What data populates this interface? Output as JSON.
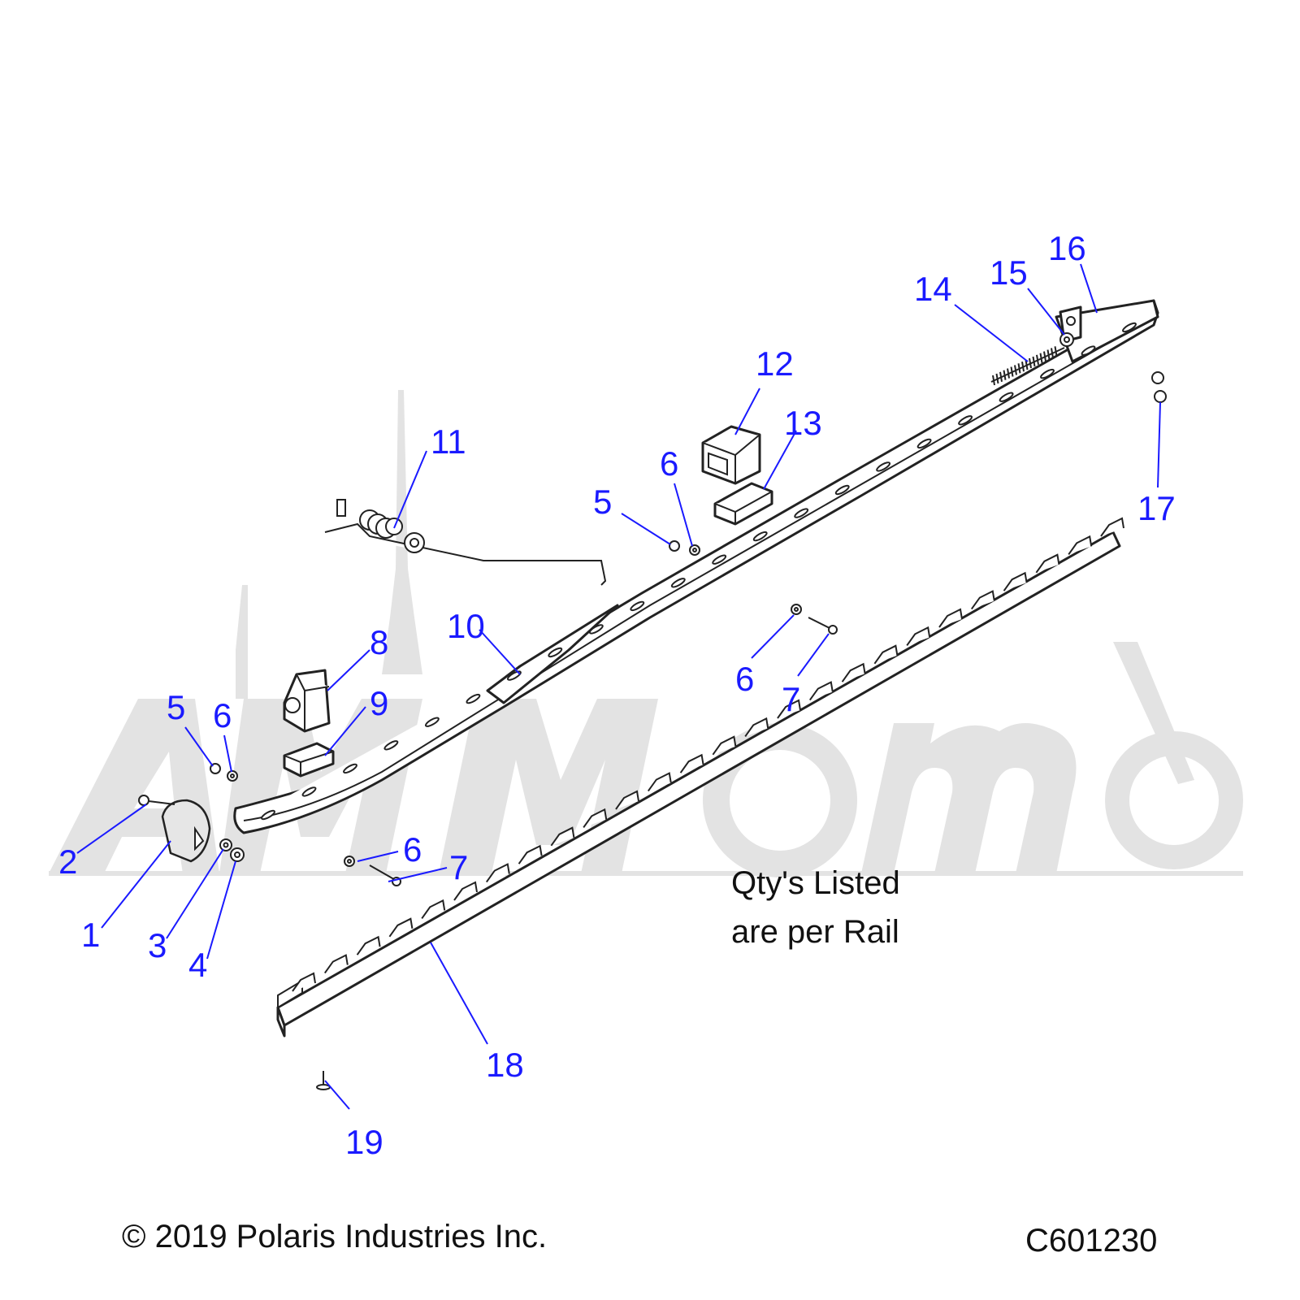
{
  "diagram": {
    "callouts": [
      "1",
      "2",
      "3",
      "4",
      "5",
      "6",
      "7",
      "8",
      "9",
      "10",
      "11",
      "12",
      "13",
      "14",
      "15",
      "16",
      "17",
      "18",
      "19"
    ],
    "note_lines": [
      "Qty's Listed",
      "are per Rail"
    ],
    "copyright": "© 2019 Polaris Industries Inc.",
    "diagram_code": "C601230",
    "colors": {
      "callout": "#1a1aff",
      "line_art": "#222222",
      "watermark": "#e3e3e3"
    }
  }
}
